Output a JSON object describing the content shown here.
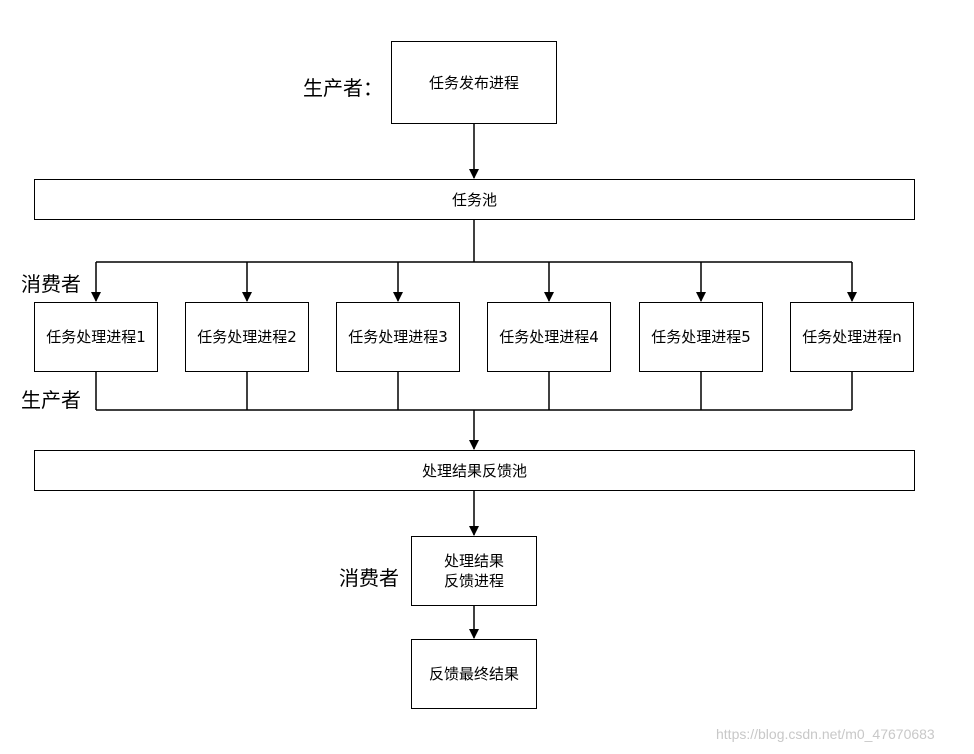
{
  "labels": {
    "producer_top": "生产者：",
    "consumer_mid": "消费者",
    "producer_mid": "生产者",
    "consumer_bottom": "消费者"
  },
  "nodes": {
    "task_publish": "任务发布进程",
    "task_pool": "任务池",
    "workers": [
      "任务处理进程1",
      "任务处理进程2",
      "任务处理进程3",
      "任务处理进程4",
      "任务处理进程5",
      "任务处理进程n"
    ],
    "result_pool": "处理结果反馈池",
    "result_process_line1": "处理结果",
    "result_process_line2": "反馈进程",
    "final_result": "反馈最终结果"
  },
  "watermark": "https://blog.csdn.net/m0_47670683"
}
